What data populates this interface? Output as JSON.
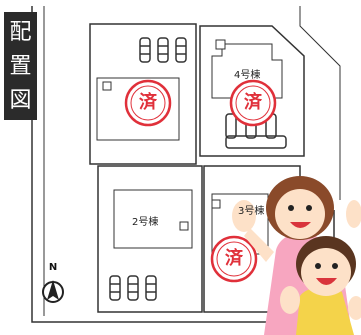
{
  "title": {
    "chars": [
      "配",
      "置",
      "図"
    ]
  },
  "lots": [
    {
      "id": "lot-1",
      "label": "",
      "status": "済"
    },
    {
      "id": "lot-4",
      "label": "4号棟",
      "status": "済"
    },
    {
      "id": "lot-2",
      "label": "2号棟",
      "status": ""
    },
    {
      "id": "lot-3",
      "label": "3号棟",
      "status": "済"
    }
  ],
  "compass": {
    "label": "N"
  },
  "colors": {
    "title_band": "#2b2b2b",
    "stamp": "#e0303a",
    "lot_outline": "#333333",
    "road_line": "#333333"
  }
}
